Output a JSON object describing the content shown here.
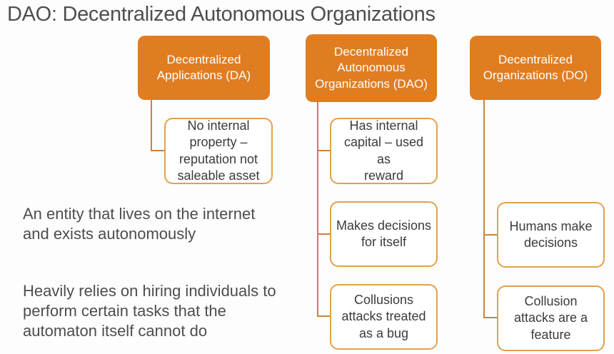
{
  "title": "DAO: Decentralized Autonomous Organizations",
  "colors": {
    "header_fill": "#e07d21",
    "header_text": "#ffffff",
    "child_border": "#e2a04c",
    "connector_line": "#c8853c",
    "body_text": "#3b3b3b",
    "title_text": "#4e4e4e",
    "background": "#fdfdfd"
  },
  "columns": [
    {
      "header": "Decentralized\nApplications (DA)",
      "children": [
        "No internal\nproperty –\nreputation not\nsaleable asset"
      ]
    },
    {
      "header": "Decentralized\nAutonomous\nOrganizations (DAO)",
      "children": [
        "Has internal\ncapital – used as\nreward",
        "Makes decisions\nfor itself",
        "Collusions\nattacks treated\nas a bug"
      ]
    },
    {
      "header": "Decentralized\nOrganizations (DO)",
      "children": [
        "Humans make\ndecisions",
        "Collusion\nattacks are a\nfeature"
      ]
    }
  ],
  "notes": [
    "An entity that lives on the internet\nand exists autonomously",
    "Heavily relies on hiring individuals to\nperform certain tasks that the\nautomaton itself cannot do"
  ]
}
